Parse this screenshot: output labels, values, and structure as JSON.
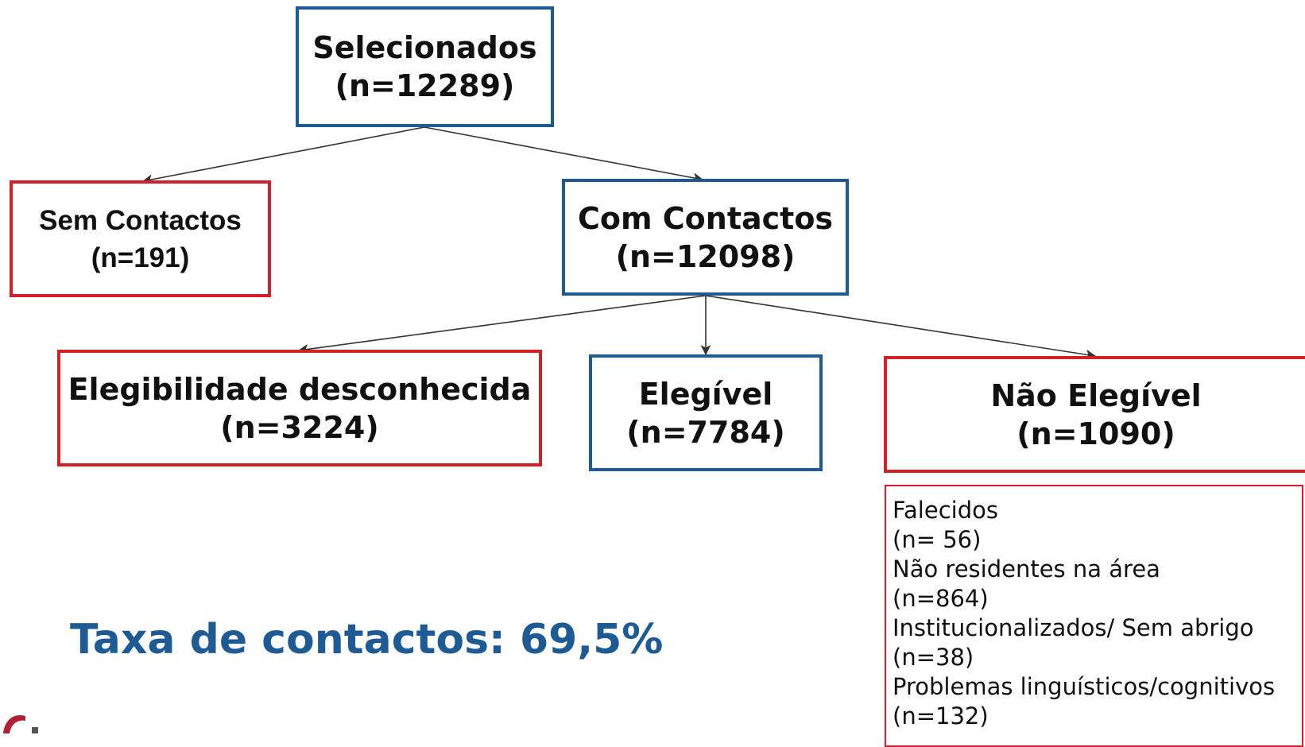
{
  "nodes": {
    "selecionados": {
      "label": "Selecionados",
      "count": "(n=12289)"
    },
    "sem_contactos": {
      "label": "Sem Contactos",
      "count": "(n=191)"
    },
    "com_contactos": {
      "label": "Com Contactos",
      "count": "(n=12098)"
    },
    "elegibilidade_desconhecida": {
      "label": "Elegibilidade desconhecida",
      "count": "(n=3224)"
    },
    "elegivel": {
      "label": "Elegível",
      "count": "(n=7784)"
    },
    "nao_elegivel": {
      "label": "Não Elegível",
      "count": "(n=1090)"
    }
  },
  "nao_elegivel_details": [
    {
      "label": "Falecidos",
      "count": "(n= 56)"
    },
    {
      "label": "Não residentes na área",
      "count": "(n=864)"
    },
    {
      "label": "Institucionalizados/ Sem abrigo",
      "count": "(n=38)"
    },
    {
      "label": "Problemas linguísticos/cognitivos",
      "count": "(n=132)"
    }
  ],
  "rate_text": "Taxa de contactos: 69,5%",
  "colors": {
    "included_border": "#1e5a94",
    "excluded_border": "#d1222b",
    "rate_text": "#1e5a94",
    "arrow": "#333333"
  }
}
